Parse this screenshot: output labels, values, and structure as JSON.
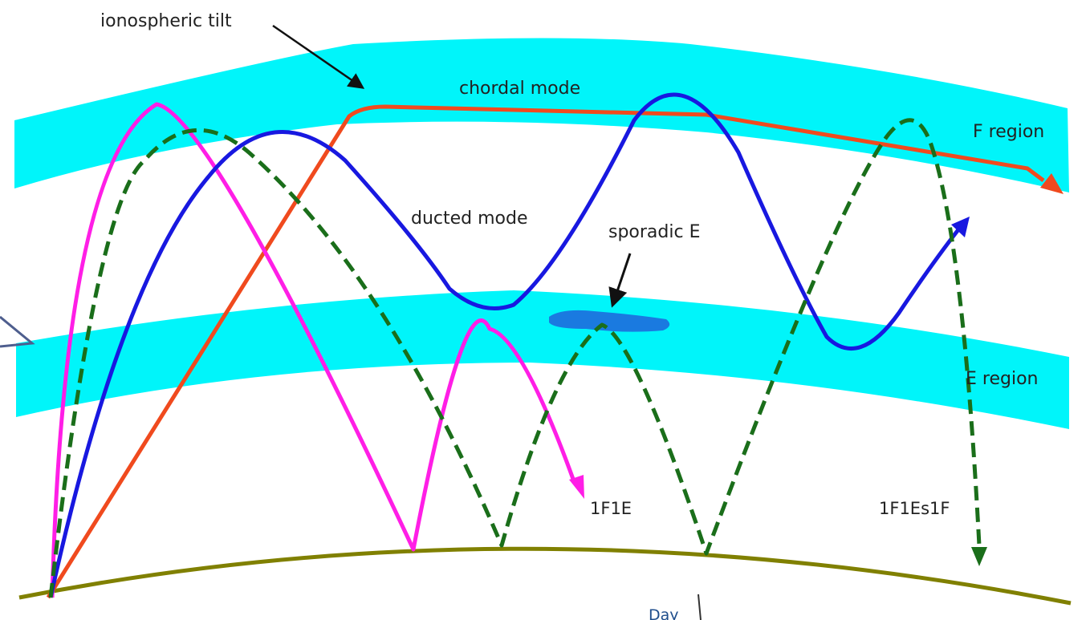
{
  "labels": {
    "ionospheric_tilt": "ionospheric tilt",
    "chordal_mode": "chordal mode",
    "ducted_mode": "ducted mode",
    "sporadic_e": "sporadic E",
    "f_region": "F region",
    "e_region": "E region",
    "path_1f1e": "1F1E",
    "path_1f1es1f": "1F1Es1F",
    "day": "Day"
  },
  "colors": {
    "layer": "#00f5fa",
    "sporadic_e": "#1a7ae0",
    "ground": "#808000",
    "chordal": "#f04a1e",
    "ducted": "#1818e0",
    "hop_1f1e": "#ff1ee6",
    "hop_1f1es1f": "#1a6e1a",
    "pointer": "#111111",
    "text": "#222222"
  },
  "icons": {
    "arrowheads": "triangle-arrow-icon",
    "pointers": "pointer-arrow-icon"
  }
}
